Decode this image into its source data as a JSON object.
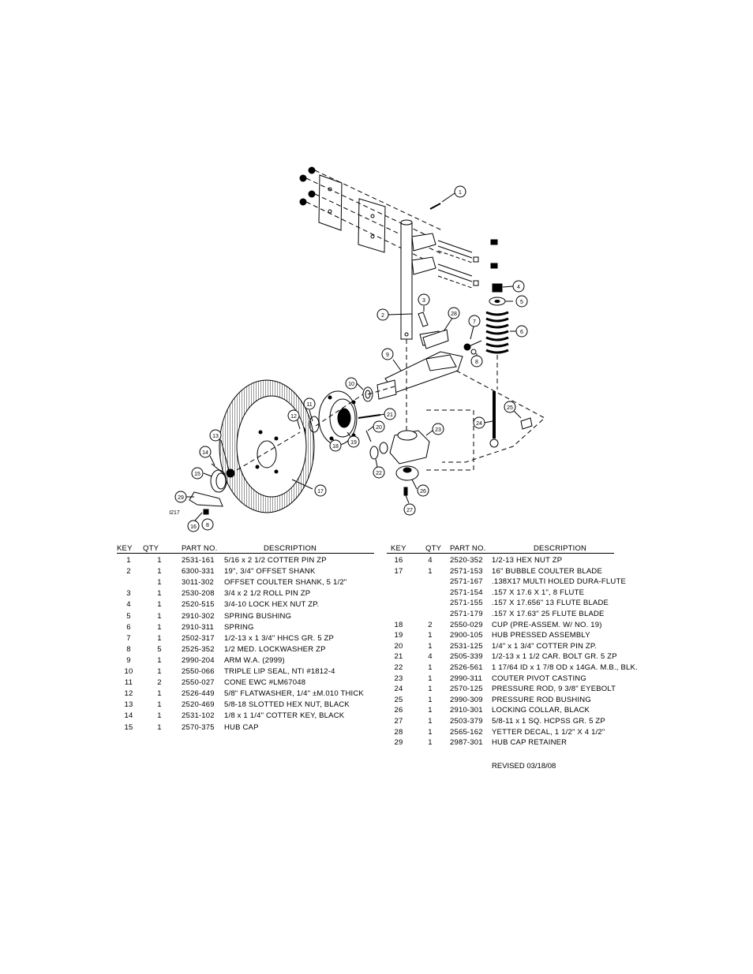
{
  "figure_id": "I217",
  "callouts": [
    "1",
    "2",
    "3",
    "4",
    "5",
    "6",
    "7",
    "8",
    "9",
    "10",
    "11",
    "12",
    "13",
    "14",
    "15",
    "16",
    "17",
    "18",
    "19",
    "20",
    "21",
    "22",
    "23",
    "24",
    "25",
    "26",
    "27",
    "28",
    "29"
  ],
  "table_headers": {
    "key": "KEY",
    "qty": "QTY",
    "part_no": "PART NO.",
    "description": "DESCRIPTION"
  },
  "left_rows": [
    {
      "key": "1",
      "qty": "1",
      "part": "2531-161",
      "desc": "5/16 x 2 1/2 COTTER PIN ZP"
    },
    {
      "key": "2",
      "qty": "1",
      "part": "6300-331",
      "desc": "19\", 3/4\" OFFSET SHANK"
    },
    {
      "key": "",
      "qty": "1",
      "part": "3011-302",
      "desc": "OFFSET COULTER SHANK, 5 1/2\""
    },
    {
      "key": "3",
      "qty": "1",
      "part": "2530-208",
      "desc": "3/4 x 2 1/2 ROLL PIN ZP"
    },
    {
      "key": "4",
      "qty": "1",
      "part": "2520-515",
      "desc": "3/4-10 LOCK HEX NUT ZP."
    },
    {
      "key": "5",
      "qty": "1",
      "part": "2910-302",
      "desc": "SPRING BUSHING"
    },
    {
      "key": "6",
      "qty": "1",
      "part": "2910-311",
      "desc": "SPRING"
    },
    {
      "key": "7",
      "qty": "1",
      "part": "2502-317",
      "desc": "1/2-13 x 1 3/4\" HHCS GR. 5 ZP"
    },
    {
      "key": "8",
      "qty": "5",
      "part": "2525-352",
      "desc": "1/2 MED. LOCKWASHER ZP"
    },
    {
      "key": "9",
      "qty": "1",
      "part": "2990-204",
      "desc": "ARM W.A. (2999)"
    },
    {
      "key": "10",
      "qty": "1",
      "part": "2550-066",
      "desc": "TRIPLE LIP SEAL, NTI #1812-4"
    },
    {
      "key": "11",
      "qty": "2",
      "part": "2550-027",
      "desc": "CONE EWC #LM67048"
    },
    {
      "key": "12",
      "qty": "1",
      "part": "2526-449",
      "desc": "5/8\" FLATWASHER, 1/4\" ±M.010 THICK"
    },
    {
      "key": "13",
      "qty": "1",
      "part": "2520-469",
      "desc": "5/8-18 SLOTTED HEX NUT, BLACK"
    },
    {
      "key": "14",
      "qty": "1",
      "part": "2531-102",
      "desc": "1/8 x 1 1/4\" COTTER KEY, BLACK"
    },
    {
      "key": "15",
      "qty": "1",
      "part": "2570-375",
      "desc": "HUB CAP"
    }
  ],
  "right_rows": [
    {
      "key": "16",
      "qty": "4",
      "part": "2520-352",
      "desc": "1/2-13 HEX NUT ZP"
    },
    {
      "key": "17",
      "qty": "1",
      "part": "2571-153",
      "desc": "16\" BUBBLE COULTER BLADE"
    },
    {
      "key": "",
      "qty": "",
      "part": "2571-167",
      "desc": ".138X17 MULTI HOLED DURA-FLUTE"
    },
    {
      "key": "",
      "qty": "",
      "part": "2571-154",
      "desc": ".157 X 17.6 X 1\", 8 FLUTE"
    },
    {
      "key": "",
      "qty": "",
      "part": "2571-155",
      "desc": ".157 X 17.656\" 13 FLUTE BLADE"
    },
    {
      "key": "",
      "qty": "",
      "part": "2571-179",
      "desc": ".157 X 17.63\" 25 FLUTE BLADE"
    },
    {
      "key": "18",
      "qty": "2",
      "part": "2550-029",
      "desc": "CUP (PRE-ASSEM. W/ NO. 19)"
    },
    {
      "key": "19",
      "qty": "1",
      "part": "2900-105",
      "desc": "HUB PRESSED ASSEMBLY"
    },
    {
      "key": "20",
      "qty": "1",
      "part": "2531-125",
      "desc": "1/4\" x 1 3/4\" COTTER PIN ZP."
    },
    {
      "key": "21",
      "qty": "4",
      "part": "2505-339",
      "desc": "1/2-13 x 1 1/2 CAR. BOLT GR. 5 ZP"
    },
    {
      "key": "22",
      "qty": "1",
      "part": "2526-561",
      "desc": "1 17/64 ID x 1 7/8 OD x 14GA. M.B., BLK."
    },
    {
      "key": "23",
      "qty": "1",
      "part": "2990-311",
      "desc": "COUTER PIVOT CASTING"
    },
    {
      "key": "24",
      "qty": "1",
      "part": "2570-125",
      "desc": "PRESSURE ROD, 9 3/8\" EYEBOLT"
    },
    {
      "key": "25",
      "qty": "1",
      "part": "2990-309",
      "desc": "PRESSURE ROD BUSHING"
    },
    {
      "key": "26",
      "qty": "1",
      "part": "2910-301",
      "desc": "LOCKING COLLAR, BLACK"
    },
    {
      "key": "27",
      "qty": "1",
      "part": "2503-379",
      "desc": "5/8-11 x 1 SQ. HCPSS GR. 5 ZP"
    },
    {
      "key": "28",
      "qty": "1",
      "part": "2565-162",
      "desc": "YETTER DECAL, 1 1/2\" X 4 1/2\""
    },
    {
      "key": "29",
      "qty": "1",
      "part": "2987-301",
      "desc": "HUB CAP RETAINER"
    }
  ],
  "revised": "REVISED 03/18/08"
}
